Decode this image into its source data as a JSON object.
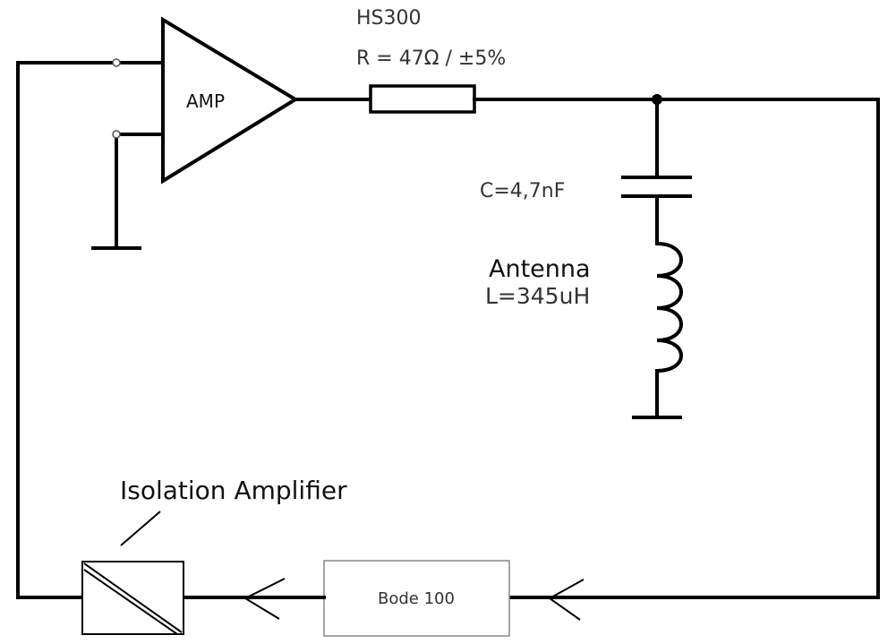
{
  "diagram": {
    "type": "circuit-schematic",
    "components": {
      "amplifier": {
        "label": "AMP"
      },
      "resistor": {
        "name": "HS300",
        "value": "R = 47Ω / ±5%"
      },
      "capacitor": {
        "value": "C=4,7nF"
      },
      "inductor": {
        "name": "Antenna",
        "value": "L=345uH"
      },
      "bode": {
        "label": "Bode 100"
      },
      "isolation": {
        "label": "Isolation Amplifier"
      }
    },
    "connections": [
      "AMP output -> HS300 resistor",
      "HS300 resistor -> junction",
      "junction -> capacitor C -> antenna inductor L -> ground",
      "junction -> right wire -> Bode 100",
      "Bode 100 -> Isolation Amplifier",
      "Isolation Amplifier -> AMP non-inverting input",
      "AMP second input -> ground"
    ],
    "signal_flow": "right-to-left along bottom feedback path"
  }
}
